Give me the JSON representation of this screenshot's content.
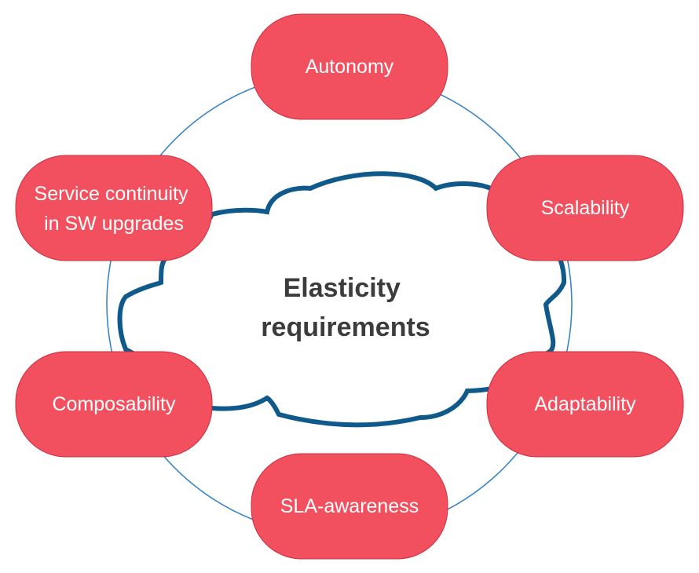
{
  "title_lines": [
    "Elasticity",
    "requirements"
  ],
  "nodes": [
    {
      "id": "autonomy",
      "lines": [
        "Autonomy"
      ]
    },
    {
      "id": "scalability",
      "lines": [
        "Scalability"
      ]
    },
    {
      "id": "adaptability",
      "lines": [
        "Adaptability"
      ]
    },
    {
      "id": "sla-awareness",
      "lines": [
        "SLA-awareness"
      ]
    },
    {
      "id": "composability",
      "lines": [
        "Composability"
      ]
    },
    {
      "id": "service-continuity",
      "lines": [
        "Service continuity",
        "in SW upgrades"
      ]
    }
  ],
  "colors": {
    "node_fill": "#f2505f",
    "node_stroke": "#c9303f",
    "node_text": "#ffffff",
    "ring": "#3a86c8",
    "cloud_stroke": "#0f5a8a",
    "cloud_fill": "#ffffff",
    "center_text": "#3c3c3c"
  }
}
